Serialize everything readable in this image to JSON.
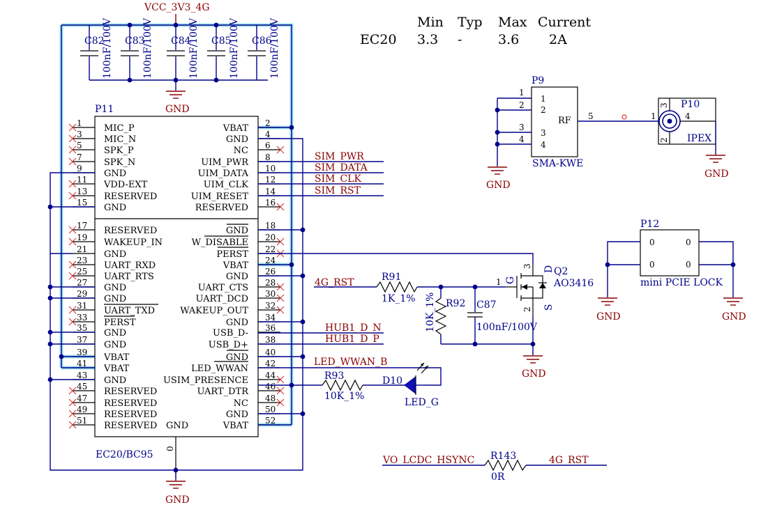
{
  "power_net": "VCC_3V3_4G",
  "gnd_label": "GND",
  "spec_table": {
    "headers": [
      "Min",
      "Typ",
      "Max",
      "Current"
    ],
    "rows": [
      {
        "name": "EC20",
        "values": [
          "3.3",
          "-",
          "3.6",
          "2A"
        ]
      }
    ]
  },
  "capacitors": [
    {
      "ref": "C82",
      "value": "100nF/100V"
    },
    {
      "ref": "C83",
      "value": "100nF/100V"
    },
    {
      "ref": "C84",
      "value": "100nF/100V"
    },
    {
      "ref": "C85",
      "value": "100nF/100V"
    },
    {
      "ref": "C86",
      "value": "100nF/100V"
    }
  ],
  "module": {
    "ref": "P11",
    "part": "EC20/BC95",
    "bottom_pin": "0",
    "bottom_label": "GND",
    "left_pins": [
      {
        "num": "1",
        "name": "MIC_P"
      },
      {
        "num": "3",
        "name": "MIC_N"
      },
      {
        "num": "5",
        "name": "SPK_P"
      },
      {
        "num": "7",
        "name": "SPK_N"
      },
      {
        "num": "9",
        "name": "GND"
      },
      {
        "num": "11",
        "name": "VDD-EXT"
      },
      {
        "num": "13",
        "name": "RESERVED"
      },
      {
        "num": "15",
        "name": "GND"
      },
      {
        "num": "17",
        "name": "RESERVED"
      },
      {
        "num": "19",
        "name": "WAKEUP_IN"
      },
      {
        "num": "21",
        "name": "GND"
      },
      {
        "num": "23",
        "name": "UART_RXD"
      },
      {
        "num": "25",
        "name": "UART_RTS"
      },
      {
        "num": "27",
        "name": "GND"
      },
      {
        "num": "29",
        "name": "GND"
      },
      {
        "num": "31",
        "name": "UART_TXD"
      },
      {
        "num": "33",
        "name": "PERST"
      },
      {
        "num": "35",
        "name": "GND"
      },
      {
        "num": "37",
        "name": "GND"
      },
      {
        "num": "39",
        "name": "VBAT"
      },
      {
        "num": "41",
        "name": "VBAT"
      },
      {
        "num": "43",
        "name": "GND"
      },
      {
        "num": "45",
        "name": "RESERVED"
      },
      {
        "num": "47",
        "name": "RESERVED"
      },
      {
        "num": "49",
        "name": "RESERVED"
      },
      {
        "num": "51",
        "name": "RESERVED"
      }
    ],
    "right_pins": [
      {
        "num": "2",
        "name": "VBAT"
      },
      {
        "num": "4",
        "name": "GND"
      },
      {
        "num": "6",
        "name": "NC"
      },
      {
        "num": "8",
        "name": "UIM_PWR"
      },
      {
        "num": "10",
        "name": "UIM_DATA"
      },
      {
        "num": "12",
        "name": "UIM_CLK"
      },
      {
        "num": "14",
        "name": "UIM_RESET"
      },
      {
        "num": "16",
        "name": "RESERVED"
      },
      {
        "num": "18",
        "name": "GND"
      },
      {
        "num": "20",
        "name": "W_DISABLE"
      },
      {
        "num": "22",
        "name": "PERST"
      },
      {
        "num": "24",
        "name": "VBAT"
      },
      {
        "num": "26",
        "name": "GND"
      },
      {
        "num": "28",
        "name": "UART_CTS"
      },
      {
        "num": "30",
        "name": "UART_DCD"
      },
      {
        "num": "32",
        "name": "WAKEUP_OUT"
      },
      {
        "num": "34",
        "name": "GND"
      },
      {
        "num": "36",
        "name": "USB_D-"
      },
      {
        "num": "38",
        "name": "USB_D+"
      },
      {
        "num": "40",
        "name": "GND"
      },
      {
        "num": "42",
        "name": "LED_WWAN"
      },
      {
        "num": "44",
        "name": "USIM_PRESENCE"
      },
      {
        "num": "46",
        "name": "UART_DTR"
      },
      {
        "num": "48",
        "name": "NC"
      },
      {
        "num": "50",
        "name": "GND"
      },
      {
        "num": "52",
        "name": "VBAT"
      }
    ],
    "inner_bottom_label": "GND"
  },
  "net_labels": {
    "sim_pwr": "SIM_PWR",
    "sim_data": "SIM_DATA",
    "sim_clk": "SIM_CLK",
    "sim_rst": "SIM_RST",
    "hub1_dn": "HUB1_D_N",
    "hub1_dp": "HUB1_D_P",
    "led_wwan_b": "LED_WWAN_B",
    "rst_4g": "4G_RST",
    "vo_lcdc_hsync": "VO_LCDC_HSYNC",
    "rst_4g_out": "4G_RST"
  },
  "sma": {
    "ref": "P9",
    "part": "SMA-KWE",
    "pins": [
      "1",
      "2",
      "3",
      "4"
    ],
    "rf_label": "RF",
    "rf_pin": "5"
  },
  "ipex": {
    "ref": "P10",
    "part": "IPEX",
    "pins": [
      "1",
      "2",
      "3",
      "4"
    ]
  },
  "lock": {
    "ref": "P12",
    "part": "mini PCIE LOCK",
    "pins": [
      "0",
      "0",
      "0",
      "0"
    ]
  },
  "mosfet": {
    "ref": "Q2",
    "part": "AO3416",
    "pins": {
      "g": "1",
      "d": "3",
      "s": "2"
    },
    "letters": {
      "g": "G",
      "d": "D",
      "s": "S"
    }
  },
  "r91": {
    "ref": "R91",
    "value": "1K_1%"
  },
  "r92": {
    "ref": "R92",
    "value": "10K_1%"
  },
  "c87": {
    "ref": "C87",
    "value": "100nF/100V"
  },
  "r93": {
    "ref": "R93",
    "value": "10K_1%"
  },
  "d10": {
    "ref": "D10",
    "value": "LED_G"
  },
  "r143": {
    "ref": "R143",
    "value": "0R"
  },
  "colors": {
    "wire": "#00008b",
    "net": "#8b0000",
    "highlight": "#9fe0f0",
    "noconnect": "#d03030"
  }
}
